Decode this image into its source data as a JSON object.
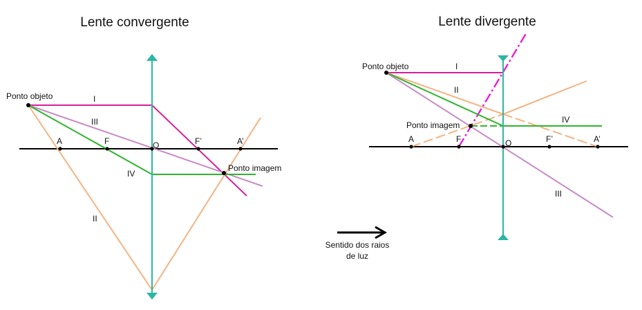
{
  "colors": {
    "axis": "#000000",
    "lens": "#2bb7a3",
    "ray_I": "#d6209a",
    "ray_II": "#f4b382",
    "ray_III": "#c98ac6",
    "ray_IV": "#2db52d",
    "extension": "#e81fd2"
  },
  "converging": {
    "title": "Lente convergente",
    "object_label": "Ponto objeto",
    "image_label": "Ponto imagem",
    "points": {
      "A": "A",
      "F": "F",
      "O": "O",
      "F2": "F’",
      "A2": "A’"
    },
    "rays": {
      "I": "I",
      "II": "II",
      "III": "III",
      "IV": "IV"
    }
  },
  "diverging": {
    "title": "Lente divergente",
    "object_label": "Ponto objeto",
    "image_label": "Ponto imagem",
    "points": {
      "A": "A",
      "F": "F",
      "O": "O",
      "F2": "F’",
      "A2": "A’"
    },
    "rays": {
      "I": "I",
      "II": "II",
      "III": "III",
      "IV": "IV"
    }
  },
  "legend": {
    "arrow_icon": "right-arrow-icon",
    "line1": "Sentido dos raios",
    "line2": "de luz"
  }
}
